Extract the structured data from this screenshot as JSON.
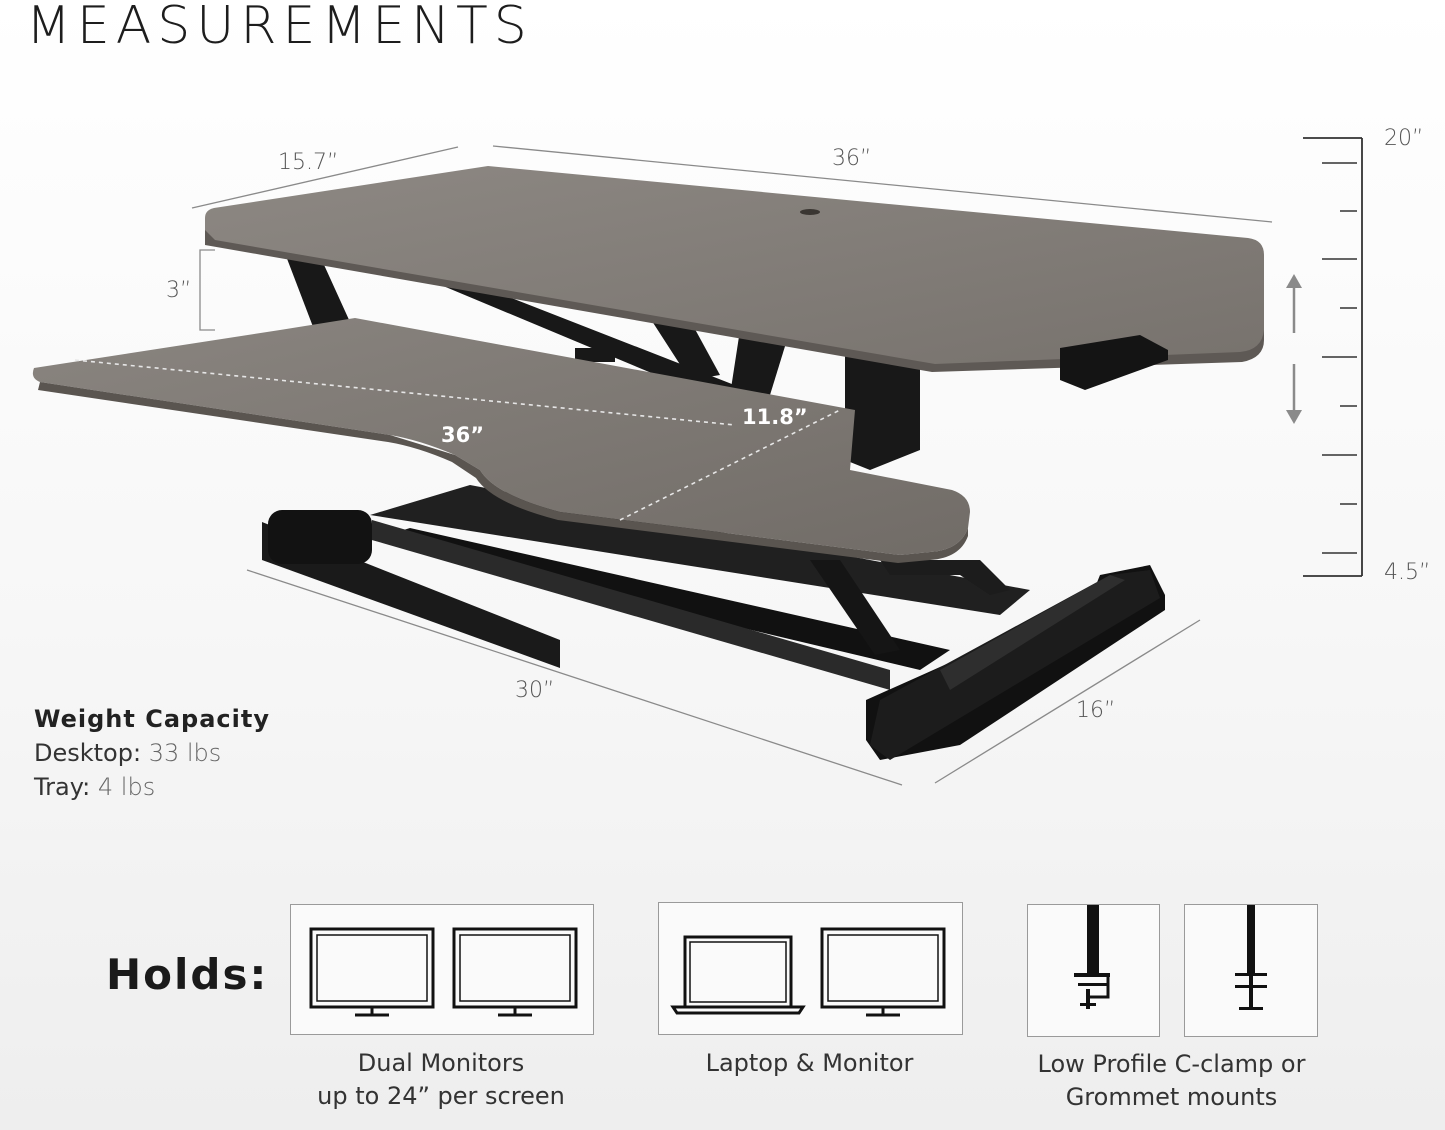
{
  "title": "MEASUREMENTS",
  "dimensions": {
    "top_depth": "15.7”",
    "top_width": "36”",
    "gap_height": "3”",
    "height_max": "20”",
    "height_min": "4.5”",
    "tray_width": "36”",
    "tray_depth": "11.8”",
    "base_width": "30”",
    "base_depth": "16”"
  },
  "weight_capacity": {
    "heading": "Weight Capacity",
    "desktop_label": "Desktop:",
    "desktop_value": "33 lbs",
    "tray_label": "Tray:",
    "tray_value": "4 lbs"
  },
  "holds": {
    "label": "Holds:",
    "items": [
      {
        "icon": "dual-monitor-icon",
        "line1": "Dual Monitors",
        "line2": "up to 24” per screen"
      },
      {
        "icon": "laptop-monitor-icon",
        "line1": "Laptop & Monitor",
        "line2": ""
      },
      {
        "icon": "clamp-grommet-icon",
        "line1": "Low Profile C-clamp or",
        "line2": "Grommet mounts"
      }
    ]
  },
  "colors": {
    "wood": "#85807b",
    "wood_dark": "#6e6964",
    "frame": "#141414",
    "dim_line": "#8a8a8a"
  }
}
